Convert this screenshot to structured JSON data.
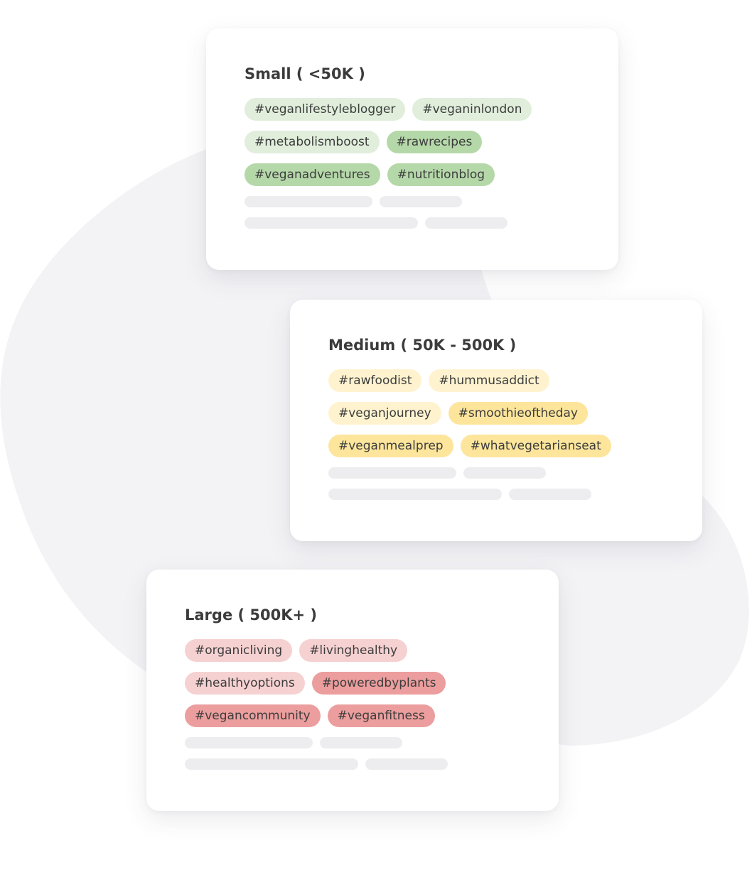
{
  "colors": {
    "small_light": "#e0eedb",
    "small_dark": "#b5d8a9",
    "medium_light": "#fff3cf",
    "medium_dark": "#fde59c",
    "large_light": "#f6d1d1",
    "large_dark": "#ec9d9d",
    "blob": "#f3f3f6"
  },
  "cards": [
    {
      "title": "Small ( <50K )",
      "tags": [
        {
          "label": "#veganlifestyleblogger",
          "shade": "light"
        },
        {
          "label": "#veganinlondon",
          "shade": "light"
        },
        {
          "label": "#metabolismboost",
          "shade": "light"
        },
        {
          "label": "#rawrecipes",
          "shade": "dark"
        },
        {
          "label": "#veganadventures",
          "shade": "dark"
        },
        {
          "label": "#nutritionblog",
          "shade": "dark"
        }
      ]
    },
    {
      "title": "Medium ( 50K - 500K )",
      "tags": [
        {
          "label": "#rawfoodist",
          "shade": "light"
        },
        {
          "label": "#hummusaddict",
          "shade": "light"
        },
        {
          "label": "#veganjourney",
          "shade": "light"
        },
        {
          "label": "#smoothieoftheday",
          "shade": "dark"
        },
        {
          "label": "#veganmealprep",
          "shade": "dark"
        },
        {
          "label": "#whatvegetarianseat",
          "shade": "dark"
        }
      ]
    },
    {
      "title": "Large ( 500K+ )",
      "tags": [
        {
          "label": "#organicliving",
          "shade": "light"
        },
        {
          "label": "#livinghealthy",
          "shade": "light"
        },
        {
          "label": "#healthyoptions",
          "shade": "light"
        },
        {
          "label": "#poweredbyplants",
          "shade": "dark"
        },
        {
          "label": "#vegancommunity",
          "shade": "dark"
        },
        {
          "label": "#veganfitness",
          "shade": "dark"
        }
      ]
    }
  ]
}
